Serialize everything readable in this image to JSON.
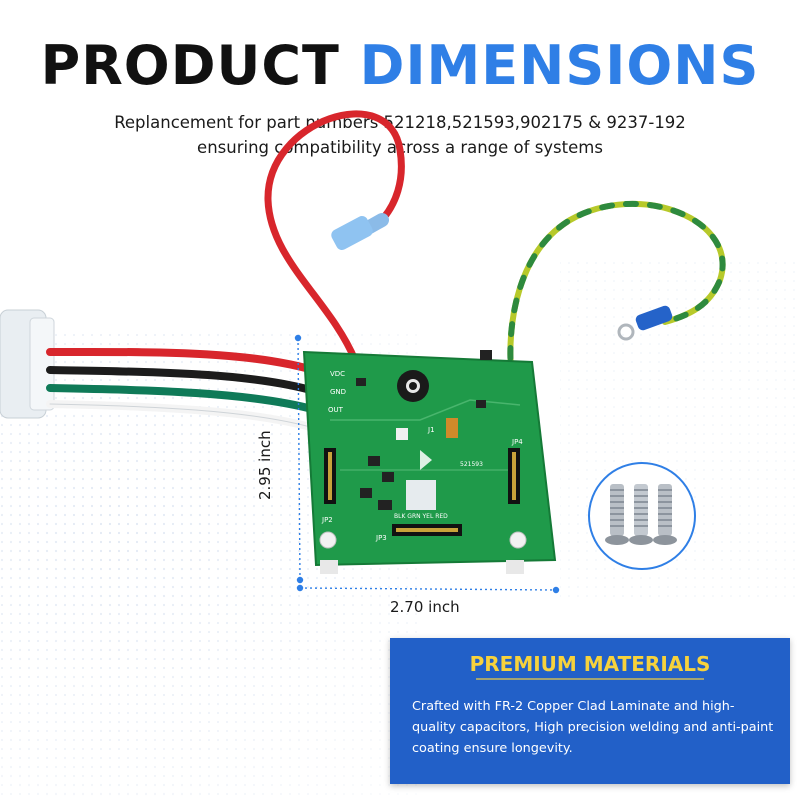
{
  "header": {
    "title_part1": "PRODUCT",
    "title_part2": "DIMENSIONS",
    "subtitle_line1": "Replancement for part numbers 521218,521593,902175 & 9237-192",
    "subtitle_line2": "ensuring compatibility across a range of systems"
  },
  "dimensions": {
    "height": "2.95 inch",
    "width": "2.70 inch"
  },
  "board_silkscreen": {
    "vdc": "VDC",
    "gnd": "GND",
    "out": "OUT",
    "jp2": "JP2",
    "jp3": "JP3",
    "jp4": "JP4",
    "j1": "J1",
    "part_no": "521593",
    "pin_labels": "BLK GRN YEL RED"
  },
  "feature_card": {
    "title": "PREMIUM MATERIALS",
    "body": "Crafted with FR-2 Copper Clad Laminate and high-quality capacitors, High precision welding and anti-paint coating ensure longevity."
  },
  "colors": {
    "accent_blue": "#2f7fe6",
    "card_blue": "#2260c8",
    "card_title_yellow": "#f7d23c",
    "pcb_green": "#1f9a4a"
  }
}
